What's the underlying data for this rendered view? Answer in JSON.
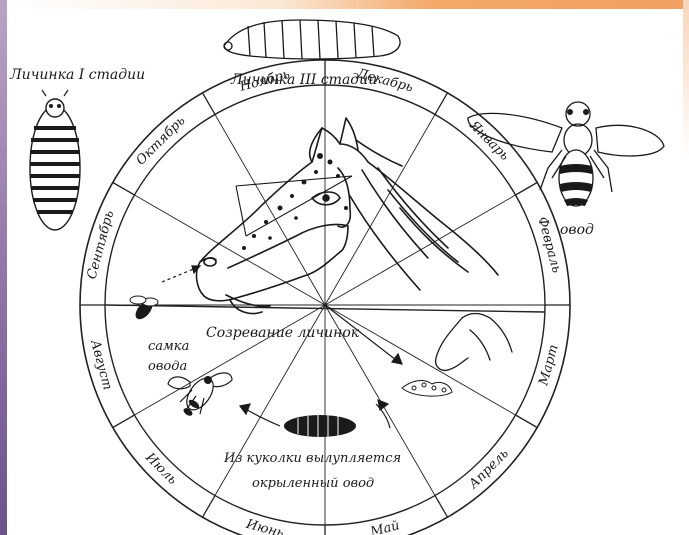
{
  "labels": {
    "larva_stage1": "Личинка I стадии",
    "larva_stage3": "Личинка III стадии",
    "gadfly": "овод",
    "female_gadfly": "самка\nовода",
    "maturation": "Созревание личинок",
    "emergence": "Из куколки вылупляется\nокрыленный овод"
  },
  "months": [
    "Январь",
    "Февраль",
    "Март",
    "Апрель",
    "Май",
    "Июнь",
    "Июль",
    "Август",
    "Сентябрь",
    "Октябрь",
    "Ноябрь",
    "Декабрь"
  ]
}
